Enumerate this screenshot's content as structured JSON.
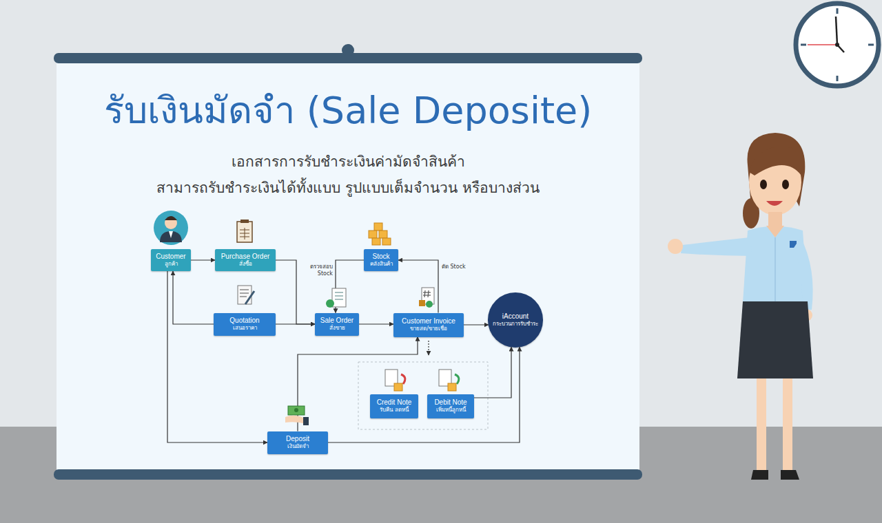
{
  "diagram": {
    "title": "รับเงินมัดจำ (Sale Deposite)",
    "nodes": [
      {
        "text": [
          "Customer",
          "ลูกค้า"
        ]
      },
      {
        "text": [
          "Purchase Order",
          "สั่งซื้อ"
        ]
      },
      {
        "text": [
          "Stock",
          "คลังสินค้า"
        ]
      },
      {
        "text": [
          "Quotation",
          "เสนอราคา"
        ]
      },
      {
        "text": [
          "Sale Order",
          "สั่งขาย"
        ]
      },
      {
        "text": [
          "Customer Invoice",
          "ขายสด/ขายเชื่อ"
        ]
      },
      {
        "text": [
          "iAccount",
          "กระบวนการรับชำระ"
        ]
      },
      {
        "text": [
          "Credit Note",
          "รับคืน ลดหนี้"
        ]
      },
      {
        "text": [
          "Debit Note",
          "เพิ่มหนี้ลูกหนี้"
        ]
      },
      {
        "text": [
          "Deposit",
          "เงินมัดจำ"
        ]
      }
    ],
    "edges": [
      {
        "from": 0,
        "to": 1,
        "arrow": "to"
      },
      {
        "from": 1,
        "to": 4,
        "arrow": "to"
      },
      {
        "from": 3,
        "to": 4,
        "arrow": "to"
      },
      {
        "from": 3,
        "to": 0,
        "arrow": "to"
      },
      {
        "from": 2,
        "to": 4,
        "label": "ตรวจสอบ Stock",
        "arrow": "to"
      },
      {
        "from": 4,
        "to": 5,
        "arrow": "to"
      },
      {
        "from": 5,
        "to": 2,
        "label": "ตัด Stock",
        "arrow": "to"
      },
      {
        "from": 5,
        "to": 6,
        "arrow": "to"
      },
      {
        "from": 0,
        "to": 9,
        "arrow": "to"
      },
      {
        "from": 9,
        "to": 5,
        "arrow": "to"
      },
      {
        "from": 9,
        "to": 6,
        "arrow": "to"
      },
      {
        "from": 8,
        "to": 6,
        "arrow": "to"
      }
    ],
    "labels": [
      "เอกสารการรับชำระเงินค่ามัดจำสินค้า",
      "สามารถรับชำระเงินได้ทั้งแบบ รูปแบบเต็มจำนวน หรือบางส่วน"
    ]
  }
}
